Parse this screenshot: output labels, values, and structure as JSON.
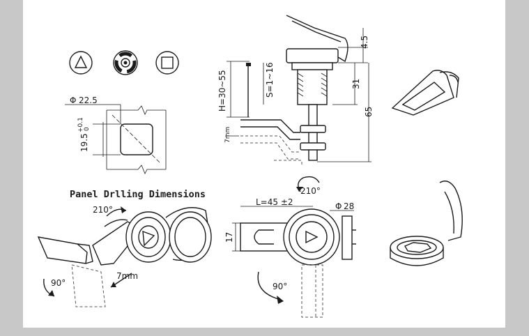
{
  "drawing": {
    "panel_title": "Panel Drlling Dimensions",
    "dims": {
      "hole_diameter": "22.5",
      "hole_flat": "19.5",
      "hole_flat_tol_upper": "+0.1",
      "hole_flat_tol_lower": "0",
      "height_range": "H=30~55",
      "panel_thickness": "S=1~16",
      "top_height": "4.5",
      "body_height": "31",
      "total_height": "65",
      "square_key": "7mm",
      "rotation_top": "210°",
      "length": "L=45 ±2",
      "flange_diameter": "28",
      "body_width": "17",
      "rotation_bottom": "90°",
      "iso_rotation": "210°",
      "iso_square": "7mm",
      "iso_rotation_down": "90°"
    },
    "diameter_symbol": "Φ"
  }
}
